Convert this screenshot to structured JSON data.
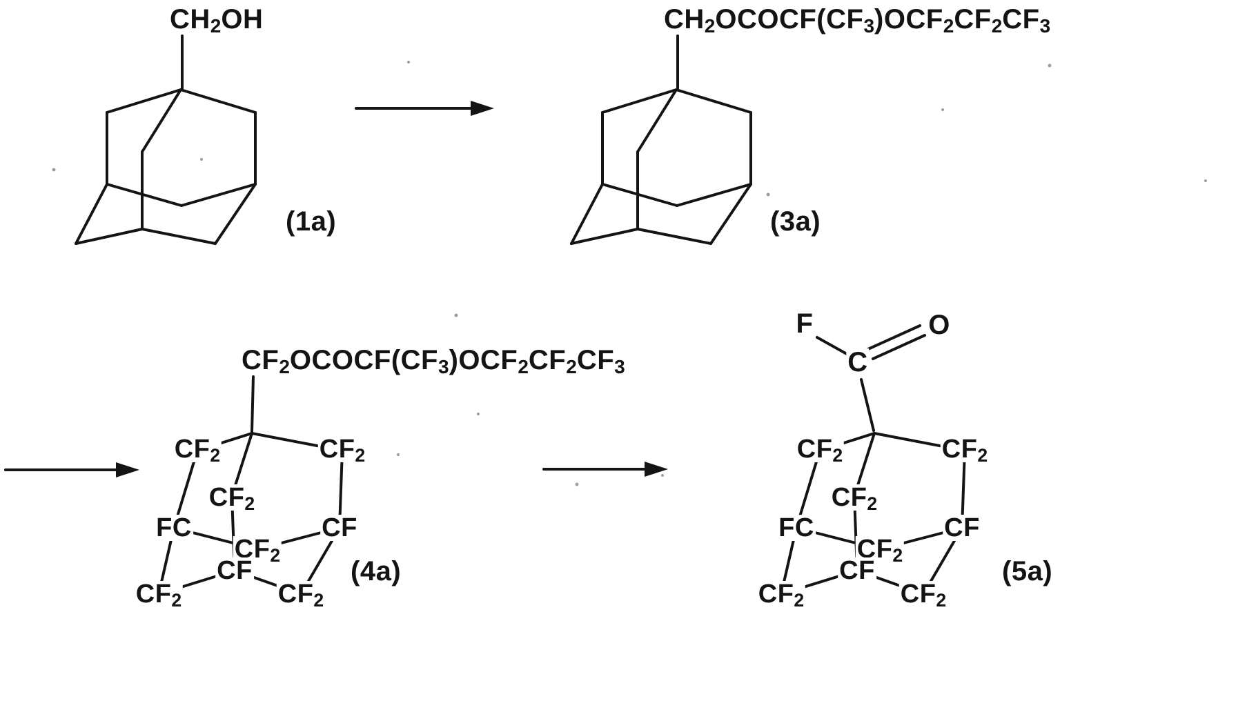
{
  "page": {
    "background": "#ffffff",
    "ink": "#141414"
  },
  "structures": {
    "s1a": {
      "label": "(1a)",
      "substituent": [
        {
          "t": "CH"
        },
        {
          "t": "2",
          "sub": true
        },
        {
          "t": "OH"
        }
      ]
    },
    "s3a": {
      "label": "(3a)",
      "substituent": [
        {
          "t": "CH"
        },
        {
          "t": "2",
          "sub": true
        },
        {
          "t": "OCOCF(CF"
        },
        {
          "t": "3",
          "sub": true
        },
        {
          "t": ")OCF"
        },
        {
          "t": "2",
          "sub": true
        },
        {
          "t": "CF"
        },
        {
          "t": "2",
          "sub": true
        },
        {
          "t": "CF"
        },
        {
          "t": "3",
          "sub": true
        }
      ]
    },
    "s4a": {
      "label": "(4a)",
      "substituent": [
        {
          "t": "CF"
        },
        {
          "t": "2",
          "sub": true
        },
        {
          "t": "OCOCF(CF"
        },
        {
          "t": "3",
          "sub": true
        },
        {
          "t": ")OCF"
        },
        {
          "t": "2",
          "sub": true
        },
        {
          "t": "CF"
        },
        {
          "t": "2",
          "sub": true
        },
        {
          "t": "CF"
        },
        {
          "t": "3",
          "sub": true
        }
      ],
      "atoms": {
        "upper_left": [
          {
            "t": "CF"
          },
          {
            "t": "2",
            "sub": true
          }
        ],
        "upper_right": [
          {
            "t": "CF"
          },
          {
            "t": "2",
            "sub": true
          }
        ],
        "inner_top": [
          {
            "t": "CF"
          },
          {
            "t": "2",
            "sub": true
          }
        ],
        "left": [
          {
            "t": "FC"
          }
        ],
        "right": [
          {
            "t": "CF"
          }
        ],
        "inner_low": [
          {
            "t": "CF"
          }
        ],
        "mid_bottom": [
          {
            "t": "CF"
          },
          {
            "t": "2",
            "sub": true
          }
        ],
        "bottom_left": [
          {
            "t": "CF"
          },
          {
            "t": "2",
            "sub": true
          }
        ],
        "bottom_right": [
          {
            "t": "CF"
          },
          {
            "t": "2",
            "sub": true
          }
        ]
      }
    },
    "s5a": {
      "label": "(5a)",
      "acyl": {
        "f": "F",
        "c": "C",
        "o": "O"
      },
      "atoms": {
        "upper_left": [
          {
            "t": "CF"
          },
          {
            "t": "2",
            "sub": true
          }
        ],
        "upper_right": [
          {
            "t": "CF"
          },
          {
            "t": "2",
            "sub": true
          }
        ],
        "inner_top": [
          {
            "t": "CF"
          },
          {
            "t": "2",
            "sub": true
          }
        ],
        "left": [
          {
            "t": "FC"
          }
        ],
        "right": [
          {
            "t": "CF"
          }
        ],
        "inner_low": [
          {
            "t": "CF"
          }
        ],
        "mid_bottom": [
          {
            "t": "CF"
          },
          {
            "t": "2",
            "sub": true
          }
        ],
        "bottom_left": [
          {
            "t": "CF"
          },
          {
            "t": "2",
            "sub": true
          }
        ],
        "bottom_right": [
          {
            "t": "CF"
          },
          {
            "t": "2",
            "sub": true
          }
        ]
      }
    }
  }
}
